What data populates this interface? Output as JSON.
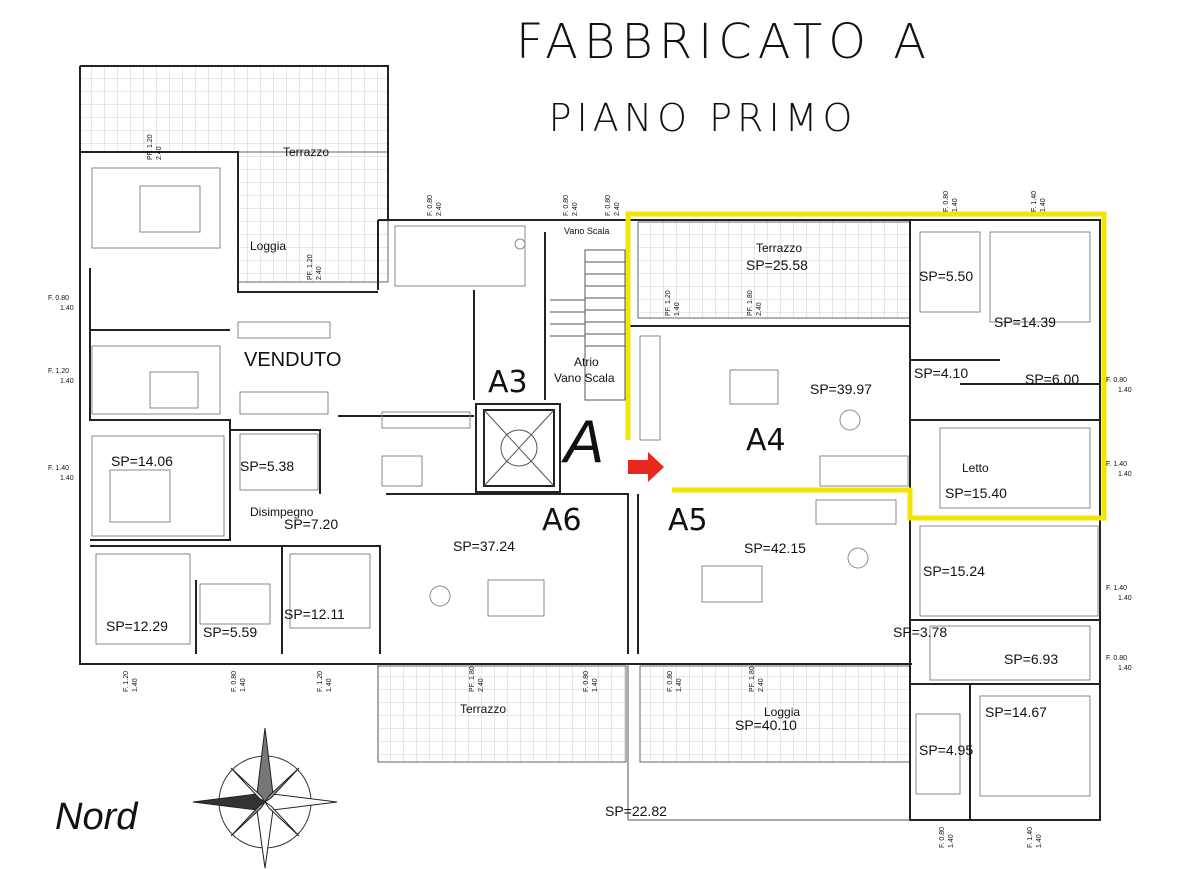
{
  "title": "FABBRICATO A",
  "subtitle": "PIANO PRIMO",
  "north_label": "Nord",
  "center_letter": "A",
  "units": {
    "a3": "A3",
    "a4": "A4",
    "a5": "A5",
    "a6": "A6"
  },
  "venduto": "VENDUTO",
  "labels": {
    "terrazzo": "Terrazzo",
    "loggia": "Loggia",
    "vano_scala": "Vano Scala",
    "atrio": "Atrio",
    "atrio_vano_scala": "Vano Scala",
    "disimpegno": "Disimpegno",
    "letto": "Letto"
  },
  "areas": {
    "a4_terrazzo": "SP=25.58",
    "a4_bath1": "SP=5.50",
    "a4_bed1": "SP=14.39",
    "a4_living": "SP=39.97",
    "a4_hall": "SP=4.10",
    "a4_bath2": "SP=6.00",
    "a4_letto": "SP=15.40",
    "w_bed1": "SP=14.06",
    "w_bath1": "SP=5.38",
    "w_hall": "SP=7.20",
    "w_bed2": "SP=12.29",
    "w_bath2": "SP=5.59",
    "w_bed3": "SP=12.11",
    "a6_living": "SP=37.24",
    "a5_living": "SP=42.15",
    "e_bed1": "SP=15.24",
    "e_hall": "SP=3.78",
    "e_bath1": "SP=6.93",
    "e_bed2": "SP=14.67",
    "e_bath2": "SP=4.95",
    "loggia_sp": "SP=40.10",
    "bottom_sp": "SP=22.82"
  },
  "window_tags": {
    "f080": "F. 0.80",
    "f120": "F. 1.20",
    "f140": "F. 1.40",
    "pf120": "PF. 1.20",
    "pf180": "PF. 1.80",
    "h140": "1.40",
    "h240": "2.40"
  },
  "colors": {
    "highlight": "#f2e600",
    "arrow": "#e8281e",
    "wall": "#222222",
    "furniture": "#8a8a8a"
  }
}
